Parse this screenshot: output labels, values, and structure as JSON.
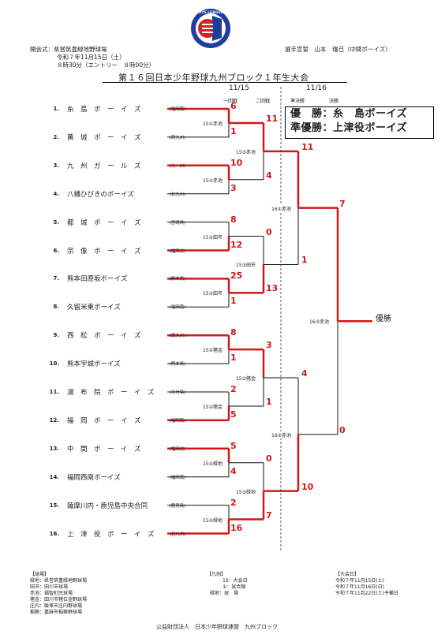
{
  "header_left": [
    "開会式：県営筑豊緑地野球場",
    "令和７年11月15日（土）",
    "８時30分（エントリー　８時00分）"
  ],
  "header_right": "選手宣誓　山本　瑞己（中間ボーイズ）",
  "logo_text": "BOYS LEAGUE",
  "title": "第１６回日本少年野球九州ブロック１年生大会",
  "dates": {
    "day1": "11/15",
    "day2": "11/16"
  },
  "rounds": {
    "r1": "一回戦",
    "r2": "二回戦",
    "sf": "準決勝",
    "final": "決勝"
  },
  "winners": {
    "champion": "優　勝：糸　島ボーイズ",
    "runner_up": "準優勝：上津役ボーイズ"
  },
  "final_label": "優勝",
  "teams": [
    {
      "num": "1.",
      "name": "糸　島　ボ　ー　イ　ズ",
      "pref": "(福岡南)"
    },
    {
      "num": "2.",
      "name": "黄　城　ボ　ー　イ　ズ",
      "pref": "(西九州)"
    },
    {
      "num": "3.",
      "name": "九　州　ガ　ー　ル　ズ",
      "pref": "(九　州)"
    },
    {
      "num": "4.",
      "name": "八幡ひびきのボーイズ",
      "pref": "(北九州)"
    },
    {
      "num": "5.",
      "name": "都　城　ボ　ー　イ　ズ",
      "pref": "(宮崎県)"
    },
    {
      "num": "6.",
      "name": "宗　像　ボ　ー　イ　ズ",
      "pref": "(福岡北)"
    },
    {
      "num": "7.",
      "name": "熊本田原坂ボーイズ",
      "pref": "(熊本県)"
    },
    {
      "num": "8.",
      "name": "久留米東ボーイズ",
      "pref": "(福岡南)"
    },
    {
      "num": "9.",
      "name": "西　松　ボ　ー　イ　ズ",
      "pref": "(西九州)"
    },
    {
      "num": "10.",
      "name": "熊本宇城ボーイズ",
      "pref": "(熊本県)"
    },
    {
      "num": "11.",
      "name": "湯　布　院　ボ　ー　イ　ズ",
      "pref": "(大分県)"
    },
    {
      "num": "12.",
      "name": "福　岡　ボ　ー　イ　ズ",
      "pref": "(福岡南)"
    },
    {
      "num": "13.",
      "name": "中　間　ボ　ー　イ　ズ",
      "pref": "(福岡北)"
    },
    {
      "num": "14.",
      "name": "福岡西南ボーイズ",
      "pref": "(福岡南)"
    },
    {
      "num": "15.",
      "name": "薩摩川内・鹿児島中央合同",
      "pref": "(鹿児島)"
    },
    {
      "num": "16.",
      "name": "上　津　役　ボ　ー　イ　ズ",
      "pref": "(北九州)"
    }
  ],
  "r1_scores": [
    "6",
    "1",
    "10",
    "3",
    "8",
    "12",
    "25",
    "1",
    "8",
    "1",
    "2",
    "5",
    "5",
    "4",
    "2",
    "16"
  ],
  "r1_venues": [
    "15①赤池",
    "15②赤池",
    "15①田市",
    "15②田市",
    "15①猪金",
    "15②猪金",
    "15①緑地",
    "15②緑地"
  ],
  "r2_scores": [
    "11",
    "4",
    "0",
    "13",
    "3",
    "1",
    "0",
    "7"
  ],
  "r2_venues": [
    "15③赤池",
    "15③田市",
    "15③猪金",
    "15③緑地"
  ],
  "sf_scores": [
    "11",
    "1",
    "4",
    "10"
  ],
  "sf_venues": [
    "16①赤池",
    "16②赤池"
  ],
  "final_scores": [
    "7",
    "0"
  ],
  "final_venue": "16③赤池",
  "footer_left": [
    "【球場】",
    "緑地：県営筑豊緑地野球場",
    "田市：田川市球場",
    "赤池：福智町民球場",
    "猪金：田川市猪位金野球場",
    "庄内：飯塚市庄内野球場",
    "稲築：嘉麻市稲築野球場"
  ],
  "footer_mid": [
    "【凡例】",
    "15：大会日",
    "①：試合順",
    "緑地：球　場"
  ],
  "footer_right": [
    "【大会日】",
    "令和７年11月15日(土)",
    "令和７年11月16日(日)",
    "令和７年11月22日(土)予備日"
  ],
  "footer_org": "公益財団法人　日本少年野球連盟　九州ブロック"
}
